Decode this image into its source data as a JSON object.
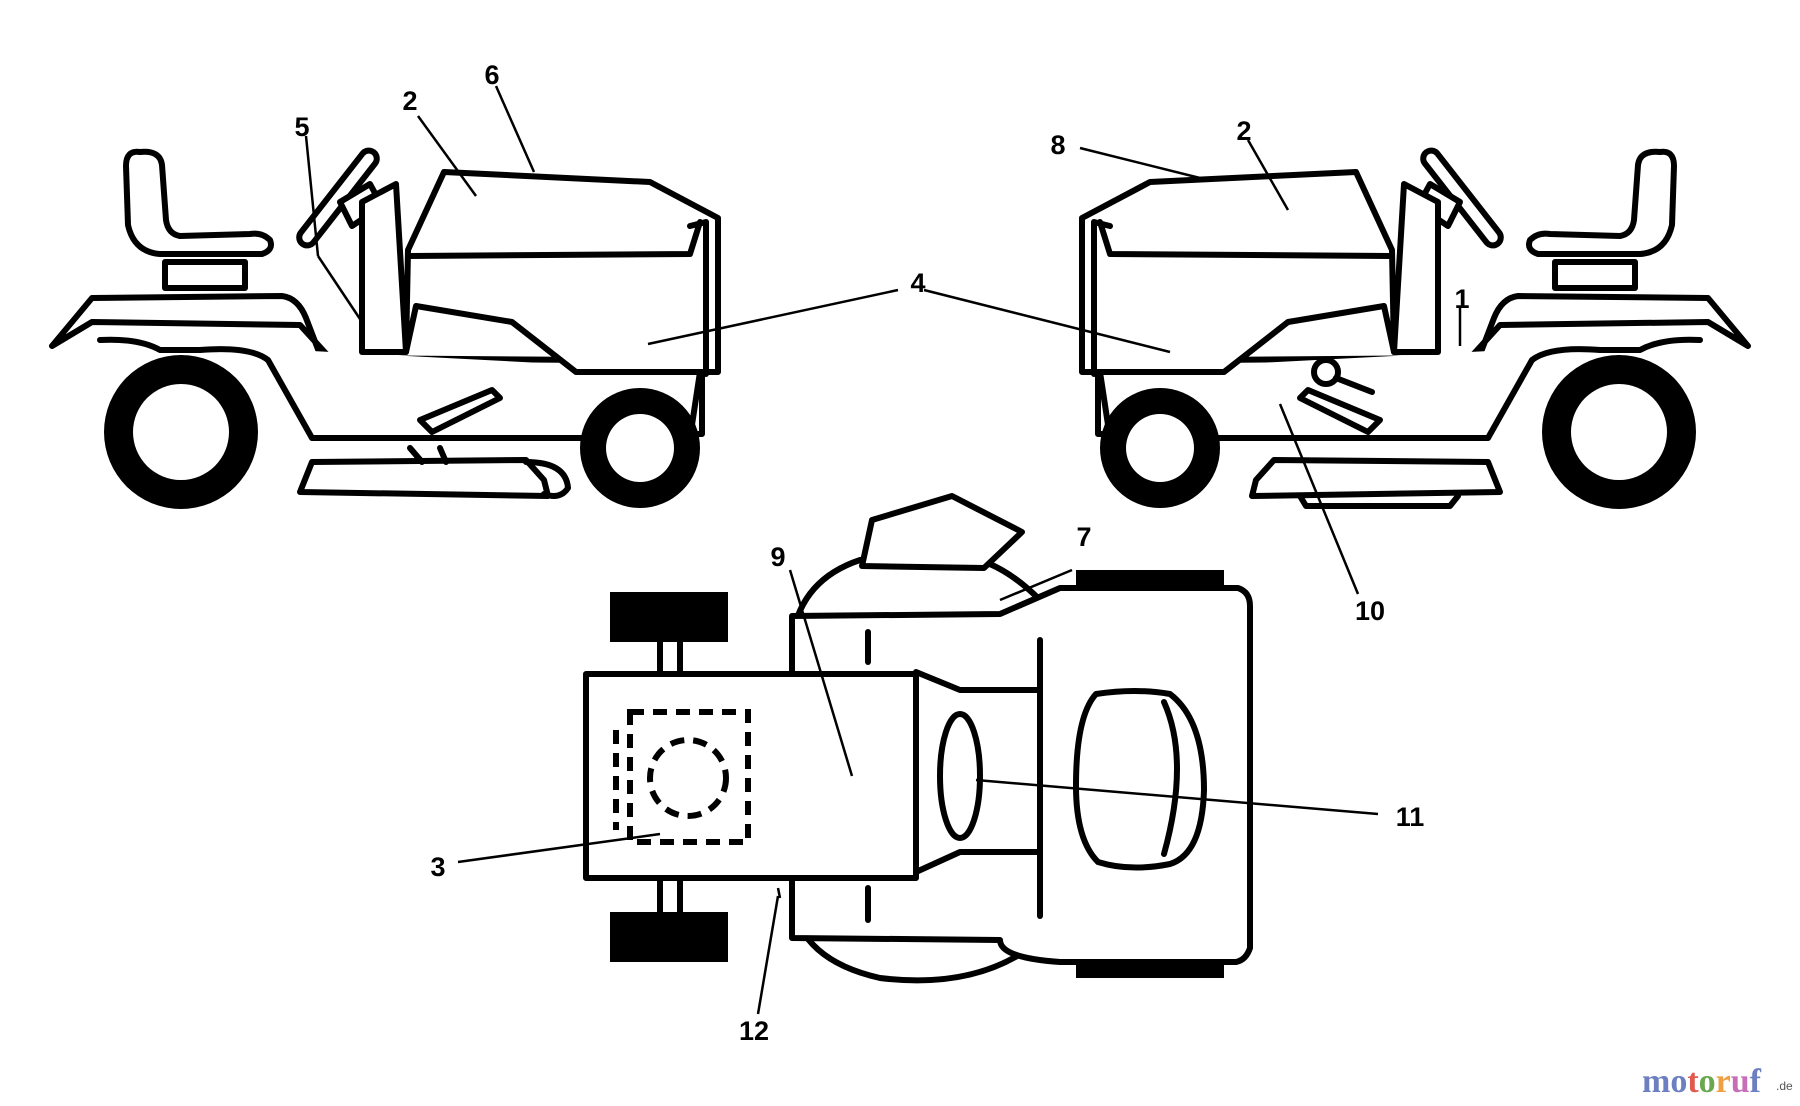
{
  "callouts": {
    "c1": "1",
    "c2a": "2",
    "c2b": "2",
    "c3": "3",
    "c4": "4",
    "c5": "5",
    "c6": "6",
    "c7": "7",
    "c8": "8",
    "c9": "9",
    "c10": "10",
    "c11": "11",
    "c12": "12"
  },
  "watermark": {
    "letters": [
      "m",
      "o",
      "t",
      "o",
      "r",
      "u",
      "f"
    ],
    "colors": [
      "#6c7fc0",
      "#6c7fc0",
      "#e05a4f",
      "#6aa84f",
      "#f0a040",
      "#c86eb8",
      "#6c7fc0"
    ],
    "suffix": ".de"
  }
}
